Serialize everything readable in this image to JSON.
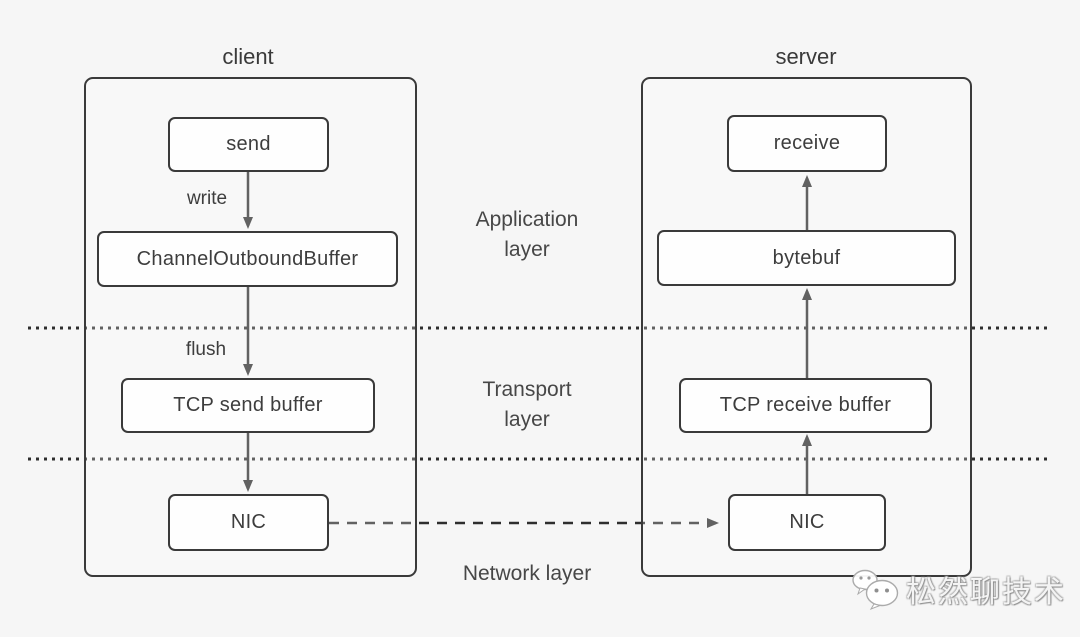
{
  "client": {
    "title": "client",
    "nodes": {
      "send": "send",
      "channel_outbound_buffer": "ChannelOutboundBuffer",
      "tcp_send_buffer": "TCP send buffer",
      "nic": "NIC"
    },
    "edge_labels": {
      "write": "write",
      "flush": "flush"
    }
  },
  "server": {
    "title": "server",
    "nodes": {
      "receive": "receive",
      "bytebuf": "bytebuf",
      "tcp_receive_buffer": "TCP receive buffer",
      "nic": "NIC"
    }
  },
  "layers": {
    "application": "Application layer",
    "transport": "Transport layer",
    "network": "Network layer"
  },
  "edges": [
    {
      "from": "send",
      "to": "ChannelOutboundBuffer",
      "label": "write",
      "style": "solid",
      "direction": "down"
    },
    {
      "from": "ChannelOutboundBuffer",
      "to": "TCP send buffer",
      "label": "flush",
      "style": "solid",
      "direction": "down"
    },
    {
      "from": "TCP send buffer",
      "to": "NIC (client)",
      "label": "",
      "style": "solid",
      "direction": "down"
    },
    {
      "from": "NIC (client)",
      "to": "NIC (server)",
      "label": "",
      "style": "dashed",
      "direction": "right"
    },
    {
      "from": "NIC (server)",
      "to": "TCP receive buffer",
      "label": "",
      "style": "solid",
      "direction": "up"
    },
    {
      "from": "TCP receive buffer",
      "to": "bytebuf",
      "label": "",
      "style": "solid",
      "direction": "up"
    },
    {
      "from": "bytebuf",
      "to": "receive",
      "label": "",
      "style": "solid",
      "direction": "up"
    }
  ],
  "watermark": {
    "text": "松然聊技术",
    "icon": "chat-bubbles-icon"
  },
  "colors": {
    "background": "#f6f6f6",
    "box_fill": "#fefefe",
    "stroke": "#3a3a3a",
    "text": "#3d3d3d",
    "watermark_gray": "#a8a8a8"
  }
}
